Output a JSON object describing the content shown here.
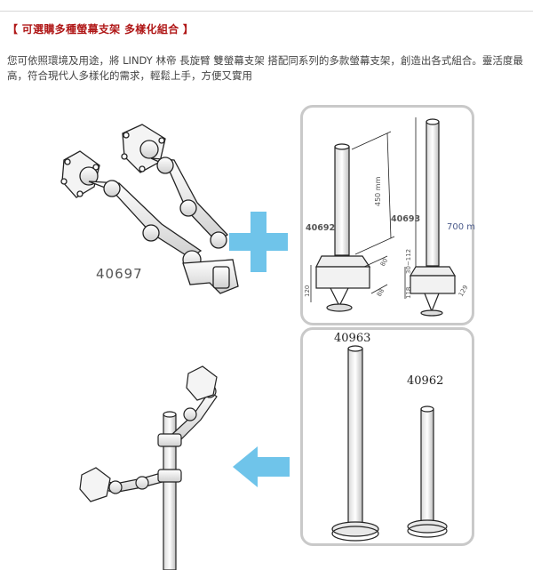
{
  "heading": "【 可選購多種螢幕支架 多樣化組合 】",
  "paragraph": "您可依照環境及用途，將 LINDY 林帝 長旋臂 雙螢幕支架 搭配同系列的多款螢幕支架，創造出各式組合。靈活度最高，符合現代人多樣化的需求，輕鬆上手，方便又實用",
  "products": {
    "main_arm": "40697",
    "clamp_pole_short": "40692",
    "clamp_pole_long": "40693",
    "base_pole_tall": "40963",
    "base_pole_short": "40962"
  },
  "dimensions": {
    "pole_450": "450 mm",
    "pole_700": "700 m",
    "d_80": "80",
    "d_88": "88",
    "d_120": "120",
    "d_118": "118",
    "d_30_112": "30~112",
    "d_129": "129"
  },
  "colors": {
    "heading": "#b01818",
    "arrow": "#6fc4ea",
    "panel_border": "#c9c9c9"
  }
}
